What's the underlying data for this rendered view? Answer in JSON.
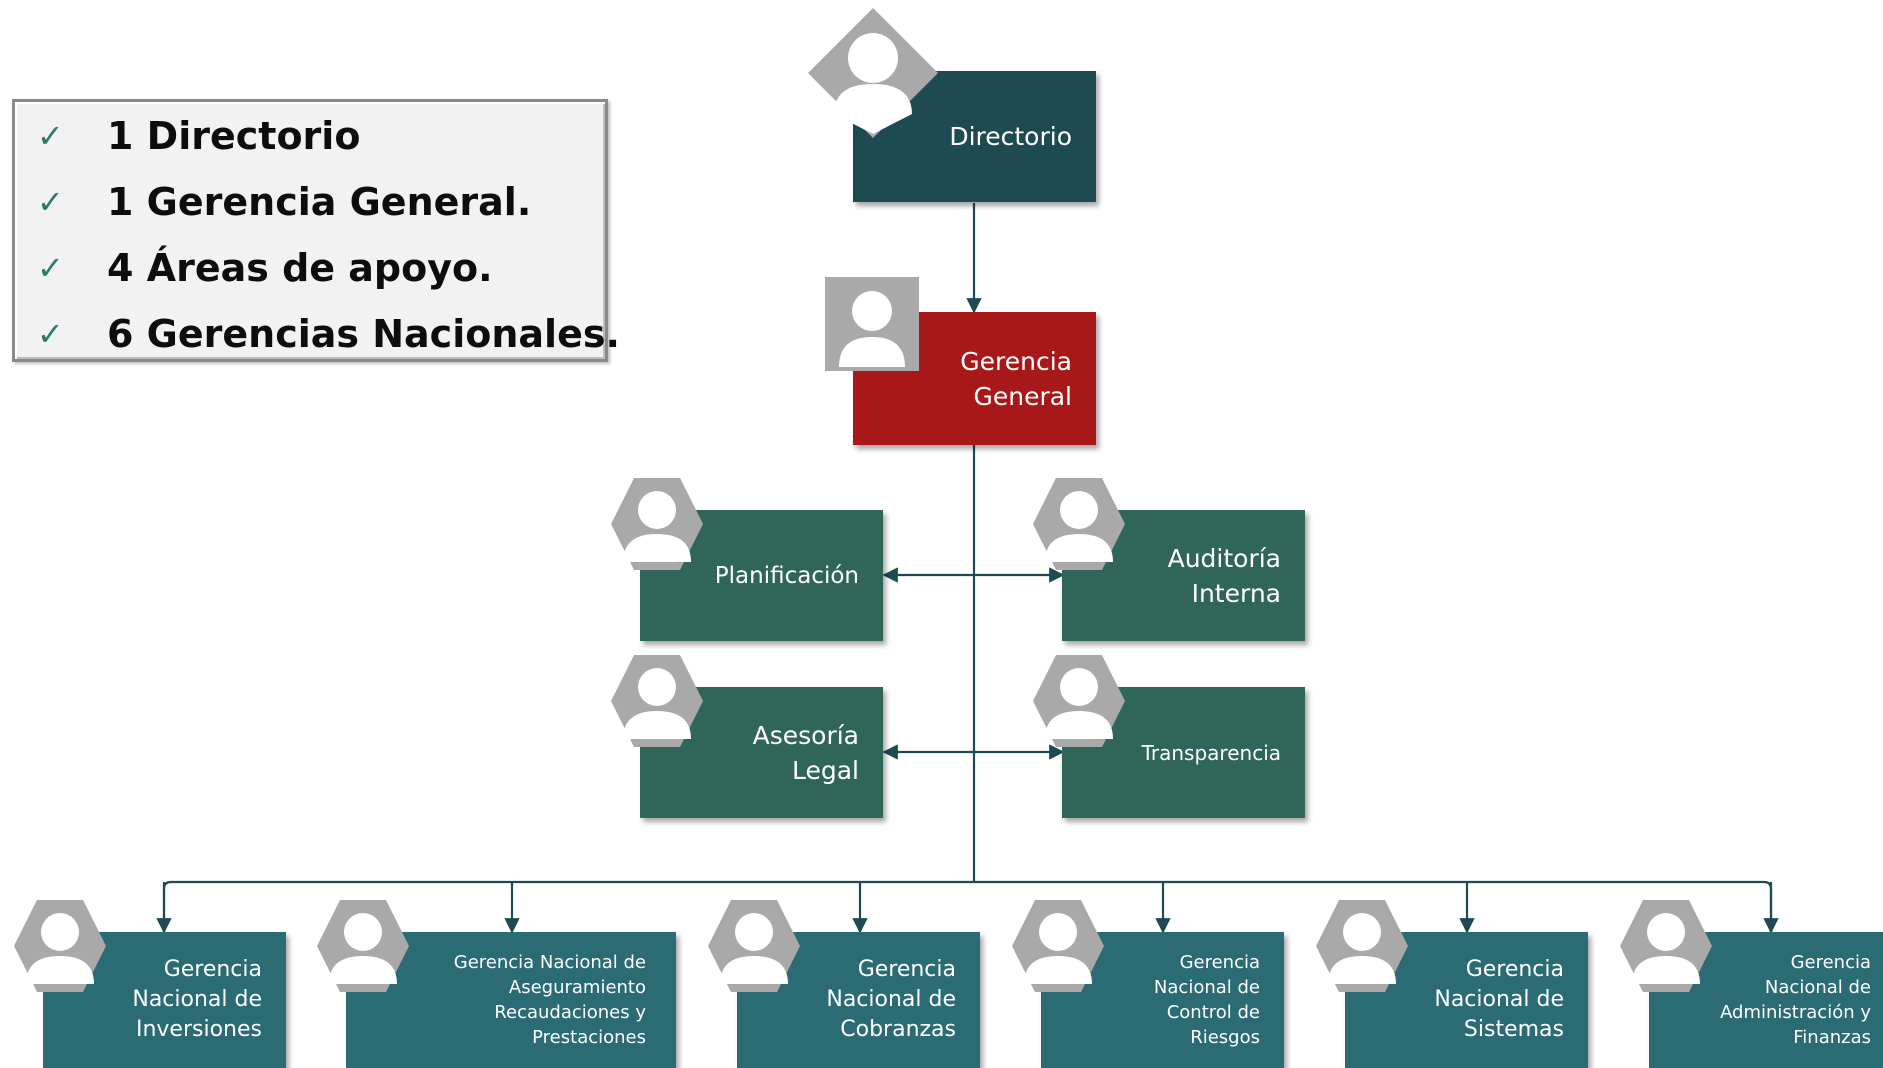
{
  "summary": {
    "items": [
      {
        "check": "✓",
        "text": "1 Directorio"
      },
      {
        "check": "✓",
        "text": "1 Gerencia General."
      },
      {
        "check": "✓",
        "text": "4 Áreas de apoyo."
      },
      {
        "check": "✓",
        "text": "6 Gerencias Nacionales."
      }
    ]
  },
  "org": {
    "directorio": "Directorio",
    "gerencia_general": "Gerencia\nGeneral",
    "support": {
      "planificacion": "Planificación",
      "auditoria": "Auditoría\nInterna",
      "asesoria": "Asesoría\nLegal",
      "transparencia": "Transparencia"
    },
    "national": {
      "inversiones": "Gerencia\nNacional de\nInversiones",
      "aseguramiento": "Gerencia Nacional de\nAseguramiento\nRecaudaciones y\nPrestaciones",
      "cobranzas": "Gerencia\nNacional de\nCobranzas",
      "riesgos": "Gerencia\nNacional de\nControl de\nRiesgos",
      "sistemas": "Gerencia\nNacional de\nSistemas",
      "finanzas": "Gerencia\nNacional de\nAdministración y\nFinanzas"
    }
  },
  "colors": {
    "directorio": "#1e4a52",
    "gerencia_general": "#a81818",
    "support": "#30665a",
    "national": "#2a6b74",
    "connector": "#1e4a52",
    "avatar_bg": "#a9a9a9"
  }
}
